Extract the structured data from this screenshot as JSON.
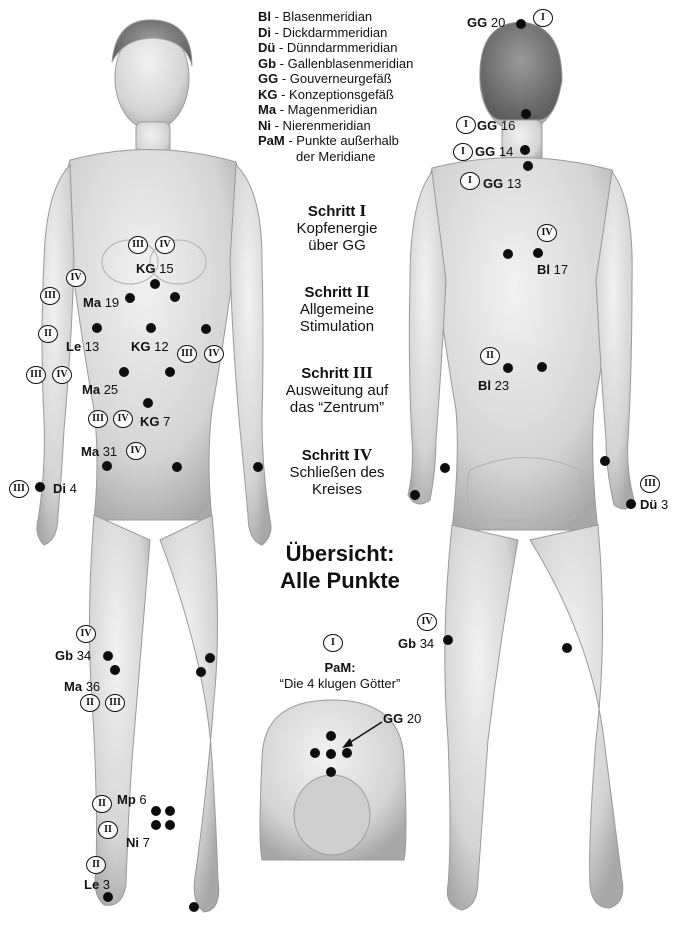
{
  "legend": [
    {
      "abbr": "Bl",
      "name": " - Blasenmeridian"
    },
    {
      "abbr": "Di",
      "name": " - Dickdarmmeridian"
    },
    {
      "abbr": "Dü",
      "name": " - Dünndarmmeridian"
    },
    {
      "abbr": "Gb",
      "name": " - Gallenblasenmeridian"
    },
    {
      "abbr": "GG",
      "name": " - Gouverneurgefäß"
    },
    {
      "abbr": "KG",
      "name": " - Konzeptionsgefäß"
    },
    {
      "abbr": "Ma",
      "name": " - Magenmeridian"
    },
    {
      "abbr": "Ni",
      "name": " - Nierenmeridian"
    },
    {
      "abbr": "PaM",
      "name": " - Punkte außerhalb"
    }
  ],
  "legend_continuation": "der Meridiane",
  "steps": [
    {
      "word": "Schritt",
      "num": "I",
      "line1": "Kopfenergie",
      "line2": "über GG"
    },
    {
      "word": "Schritt",
      "num": "II",
      "line1": "Allgemeine",
      "line2": "Stimulation"
    },
    {
      "word": "Schritt",
      "num": "III",
      "line1": "Ausweitung auf",
      "line2": "das “Zentrum”"
    },
    {
      "word": "Schritt",
      "num": "IV",
      "line1": "Schließen des",
      "line2": "Kreises"
    }
  ],
  "overview": {
    "line1": "Übersicht:",
    "line2": "Alle Punkte"
  },
  "pam": {
    "roman": "I",
    "title": "PaM:",
    "subtitle": "“Die 4 klugen Götter”"
  },
  "front_labels": [
    {
      "id": "kg15",
      "abbr": "KG",
      "num": "15"
    },
    {
      "id": "ma19",
      "abbr": "Ma",
      "num": "19"
    },
    {
      "id": "le13",
      "abbr": "Le",
      "num": "13"
    },
    {
      "id": "kg12",
      "abbr": "KG",
      "num": "12"
    },
    {
      "id": "ma25",
      "abbr": "Ma",
      "num": "25"
    },
    {
      "id": "kg7",
      "abbr": "KG",
      "num": "7"
    },
    {
      "id": "ma31",
      "abbr": "Ma",
      "num": "31"
    },
    {
      "id": "di4",
      "abbr": "Di",
      "num": "4"
    },
    {
      "id": "gb34f",
      "abbr": "Gb",
      "num": "34"
    },
    {
      "id": "ma36",
      "abbr": "Ma",
      "num": "36"
    },
    {
      "id": "mp6",
      "abbr": "Mp",
      "num": "6"
    },
    {
      "id": "ni7",
      "abbr": "Ni",
      "num": "7"
    },
    {
      "id": "le3",
      "abbr": "Le",
      "num": "3"
    }
  ],
  "back_labels": [
    {
      "id": "gg20",
      "abbr": "GG",
      "num": "20"
    },
    {
      "id": "gg16",
      "abbr": "GG",
      "num": "16"
    },
    {
      "id": "gg14",
      "abbr": "GG",
      "num": "14"
    },
    {
      "id": "gg13",
      "abbr": "GG",
      "num": "13"
    },
    {
      "id": "bl17",
      "abbr": "Bl",
      "num": "17"
    },
    {
      "id": "bl23",
      "abbr": "Bl",
      "num": "23"
    },
    {
      "id": "du3",
      "abbr": "Dü",
      "num": "3"
    },
    {
      "id": "gb34b",
      "abbr": "Gb",
      "num": "34"
    },
    {
      "id": "gg20head",
      "abbr": "GG",
      "num": "20"
    }
  ],
  "roman_markers": [
    "I",
    "II",
    "III",
    "IV"
  ]
}
